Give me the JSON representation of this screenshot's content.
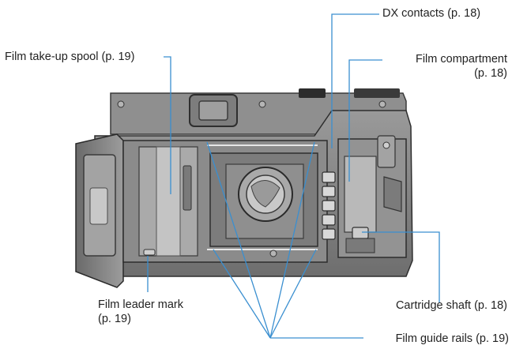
{
  "labels": {
    "dx_contacts": "DX contacts (p. 18)",
    "take_up_spool": "Film take-up spool (p. 19)",
    "film_compartment_line1": "Film compartment",
    "film_compartment_line2": "(p. 18)",
    "leader_mark_line1": "Film leader mark",
    "leader_mark_line2": "(p. 19)",
    "cartridge_shaft": "Cartridge shaft (p. 18)",
    "guide_rails": "Film guide rails (p. 19)"
  },
  "colors": {
    "leader_line": "#3a8fd0",
    "text": "#222222",
    "camera_body": "#8a8a8a",
    "camera_dark": "#3a3a3a"
  }
}
